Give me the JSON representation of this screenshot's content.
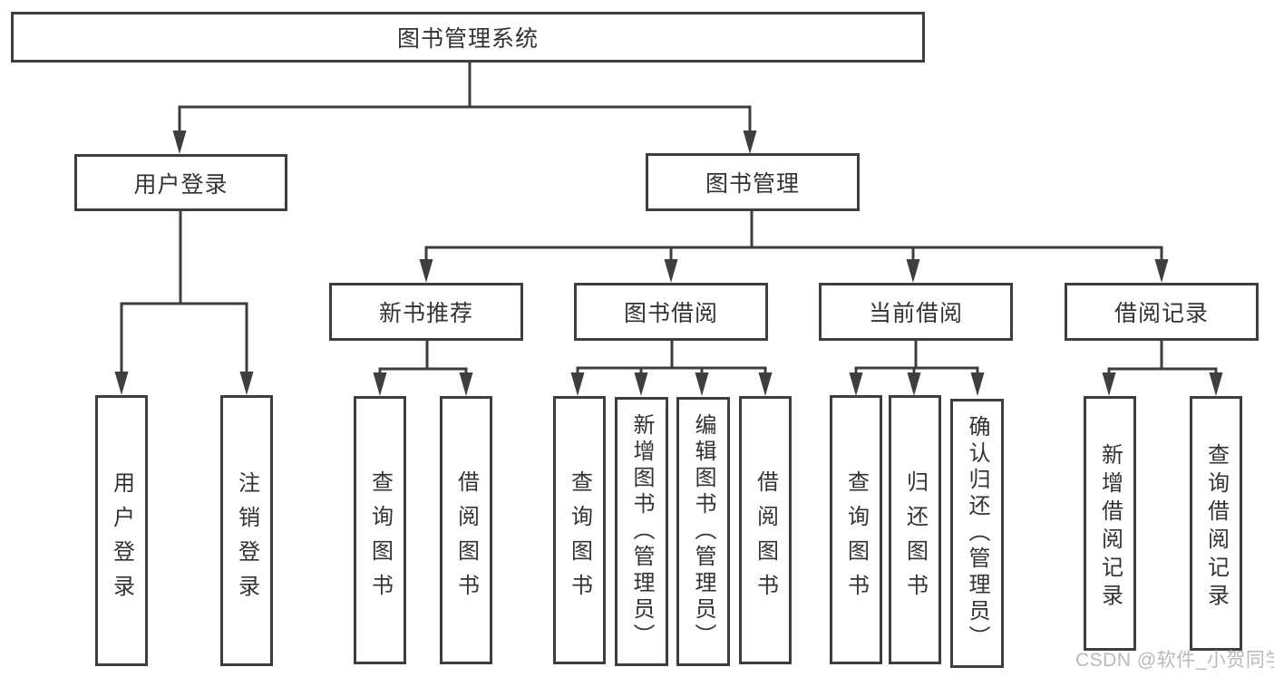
{
  "diagram_title": "图书管理系统",
  "colors": {
    "background": "#ffffff",
    "line": "#3e3e3e",
    "box_border": "#3e3e3e",
    "text": "#333333",
    "watermark": "#b9b9b9"
  },
  "tree": {
    "root": {
      "label": "图书管理系统",
      "children": [
        {
          "label": "用户登录",
          "children": [
            {
              "label": "用户登录"
            },
            {
              "label": "注销登录"
            }
          ]
        },
        {
          "label": "图书管理",
          "children": [
            {
              "label": "新书推荐",
              "children": [
                {
                  "label": "查询图书"
                },
                {
                  "label": "借阅图书"
                }
              ]
            },
            {
              "label": "图书借阅",
              "children": [
                {
                  "label": "查询图书"
                },
                {
                  "label": "新增图书（管理员）"
                },
                {
                  "label": "编辑图书（管理员）"
                },
                {
                  "label": "借阅图书"
                }
              ]
            },
            {
              "label": "当前借阅",
              "children": [
                {
                  "label": "查询图书"
                },
                {
                  "label": "归还图书"
                },
                {
                  "label": "确认归还（管理员）"
                }
              ]
            },
            {
              "label": "借阅记录",
              "children": [
                {
                  "label": "新增借阅记录"
                },
                {
                  "label": "查询借阅记录"
                }
              ]
            }
          ]
        }
      ]
    }
  },
  "watermark": {
    "text": "CSDN @软件_小贺同学"
  }
}
